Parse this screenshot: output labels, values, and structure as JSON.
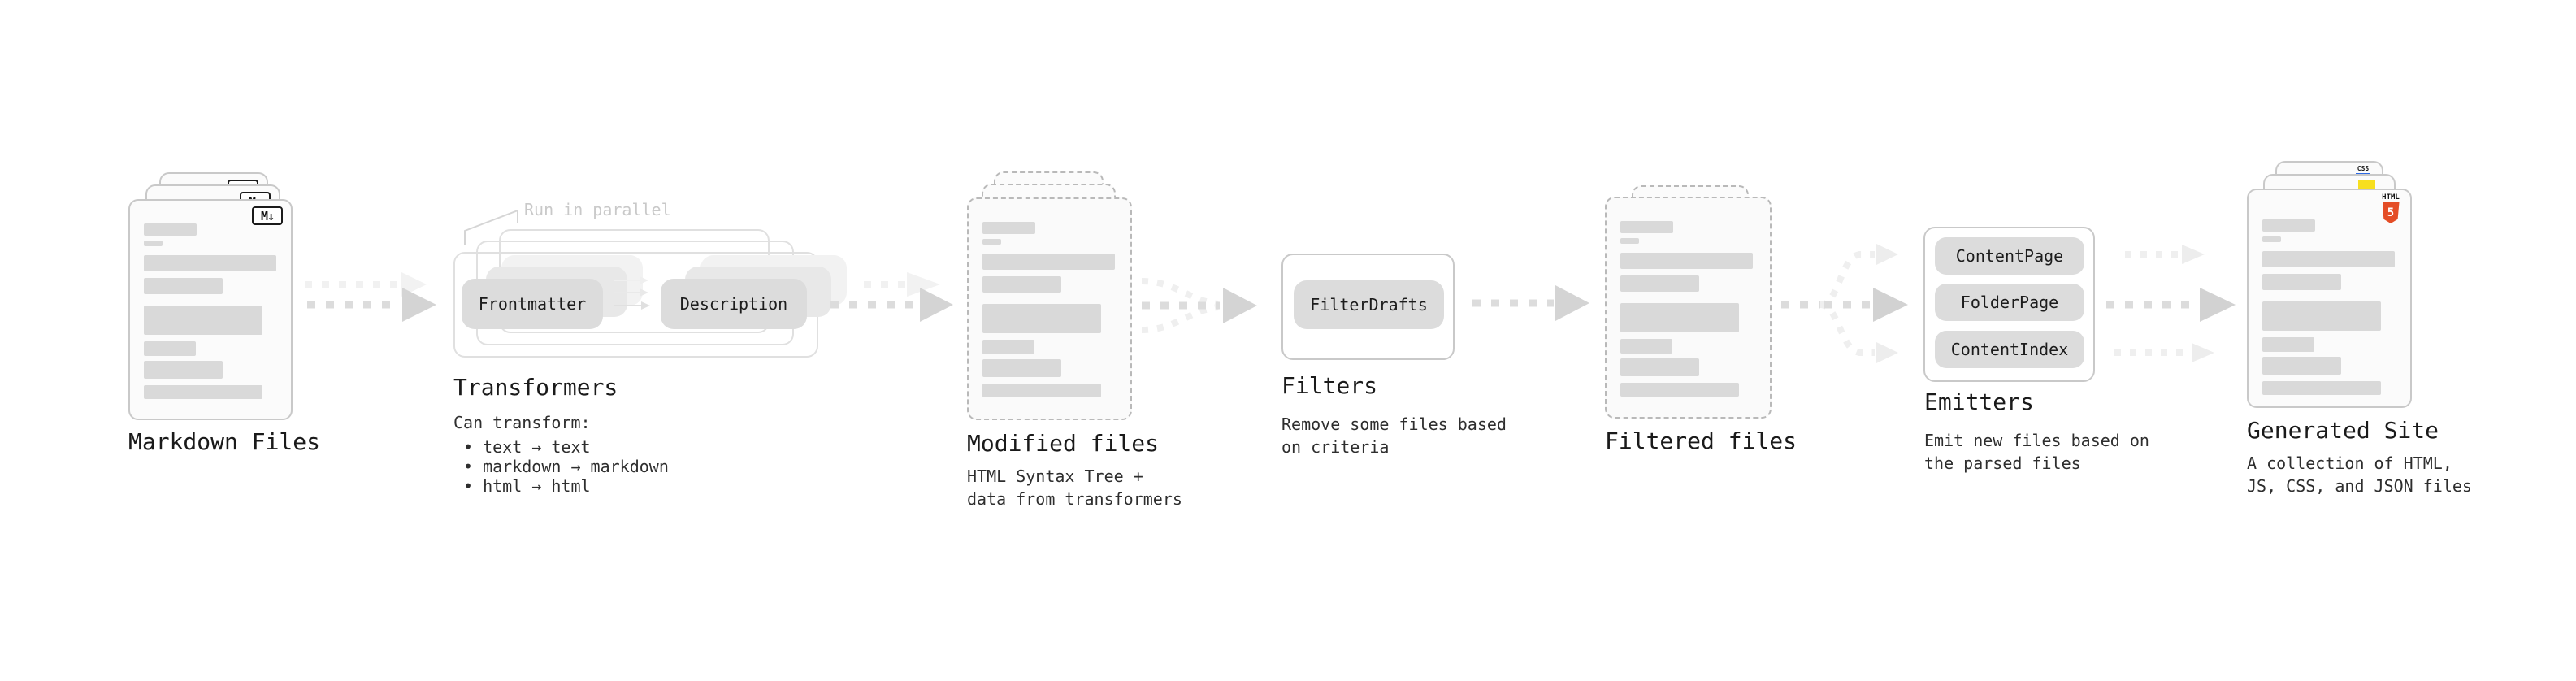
{
  "markdown_files": {
    "title": "Markdown Files",
    "icon": "M↓"
  },
  "transformers": {
    "title": "Transformers",
    "note": "Run in parallel",
    "box_left": "Frontmatter",
    "box_right": "Description",
    "desc_heading": "Can transform:",
    "bullets": [
      "• text → text",
      "• markdown → markdown",
      "• html → html"
    ]
  },
  "modified_files": {
    "title": "Modified files",
    "desc": [
      "HTML Syntax Tree +",
      "data from transformers"
    ]
  },
  "filters": {
    "title": "Filters",
    "box": "FilterDrafts",
    "desc": [
      "Remove some files based",
      "on criteria"
    ]
  },
  "filtered_files": {
    "title": "Filtered files"
  },
  "emitters": {
    "title": "Emitters",
    "boxes": [
      "ContentPage",
      "FolderPage",
      "ContentIndex"
    ],
    "desc": [
      "Emit new files based on",
      "the parsed files"
    ]
  },
  "generated_site": {
    "title": "Generated Site",
    "desc": [
      "A collection of HTML,",
      "JS, CSS, and JSON files"
    ],
    "badges": {
      "css": "CSS",
      "html_label": "HTML",
      "html_number": "5"
    }
  },
  "colors": {
    "title_text": "#1a1a1a",
    "body_text": "#2e2e2e",
    "faint_text": "#c9c9c9",
    "card_border": "#c9c9c9",
    "dashed_border": "#b9b9b9",
    "card_bg": "#fbfbfb",
    "skeleton_bar": "#d9d9d9",
    "box_fill": "#dcdcdc",
    "box_ghost1": "#e8e8e8",
    "box_ghost2": "#f2f2f2",
    "container_border": "#e0e0e0",
    "arrow_main": "#dcdcdc",
    "arrow_head": "#d4d4d4",
    "arrow_dark_head": "#d2d2d2",
    "arrow_light": "#efefef",
    "html5_orange": "#e44d26",
    "js_yellow": "#f7df1e",
    "css_blue": "#2d6ae3"
  }
}
